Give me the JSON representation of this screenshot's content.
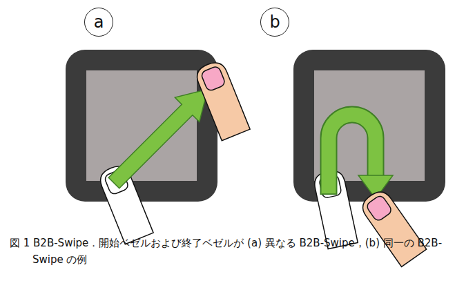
{
  "diagram": {
    "caption": "図 1 B2B-Swipe．開始ベゼルおよび終了ベゼルが (a) 異なる B2B-Swipe，(b) 同一の B2B-Swipe の例",
    "nodes": [
      {
        "text": [
          "a"
        ]
      },
      {
        "text": [
          "b"
        ]
      }
    ]
  }
}
